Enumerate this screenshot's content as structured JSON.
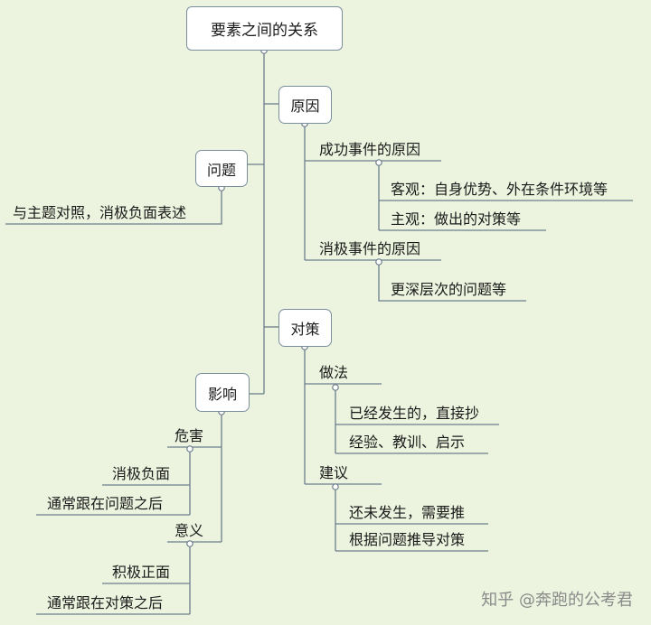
{
  "root": {
    "label": "要素之间的关系"
  },
  "problem": {
    "label": "问题",
    "desc": "与主题对照，消极负面表述"
  },
  "cause": {
    "label": "原因",
    "success": {
      "label": "成功事件的原因",
      "objective": "客观：自身优势、外在条件环境等",
      "subjective": "主观：做出的对策等"
    },
    "negative": {
      "label": "消极事件的原因",
      "deeper": "更深层次的问题等"
    }
  },
  "influence": {
    "label": "影响",
    "harm": {
      "label": "危害",
      "items": [
        "消极负面",
        "通常跟在问题之后"
      ]
    },
    "meaning": {
      "label": "意义",
      "items": [
        "积极正面",
        "通常跟在对策之后"
      ]
    }
  },
  "countermeasure": {
    "label": "对策",
    "method": {
      "label": "做法",
      "items": [
        "已经发生的，直接抄",
        "经验、教训、启示"
      ]
    },
    "suggestion": {
      "label": "建议",
      "items": [
        "还未发生，需要推",
        "根据问题推导对策"
      ]
    }
  },
  "watermark": "知乎 @奔跑的公考君",
  "colors": {
    "background": "#ecf4df",
    "line": "#6d7e8c",
    "node_border": "#7a8f9e"
  }
}
